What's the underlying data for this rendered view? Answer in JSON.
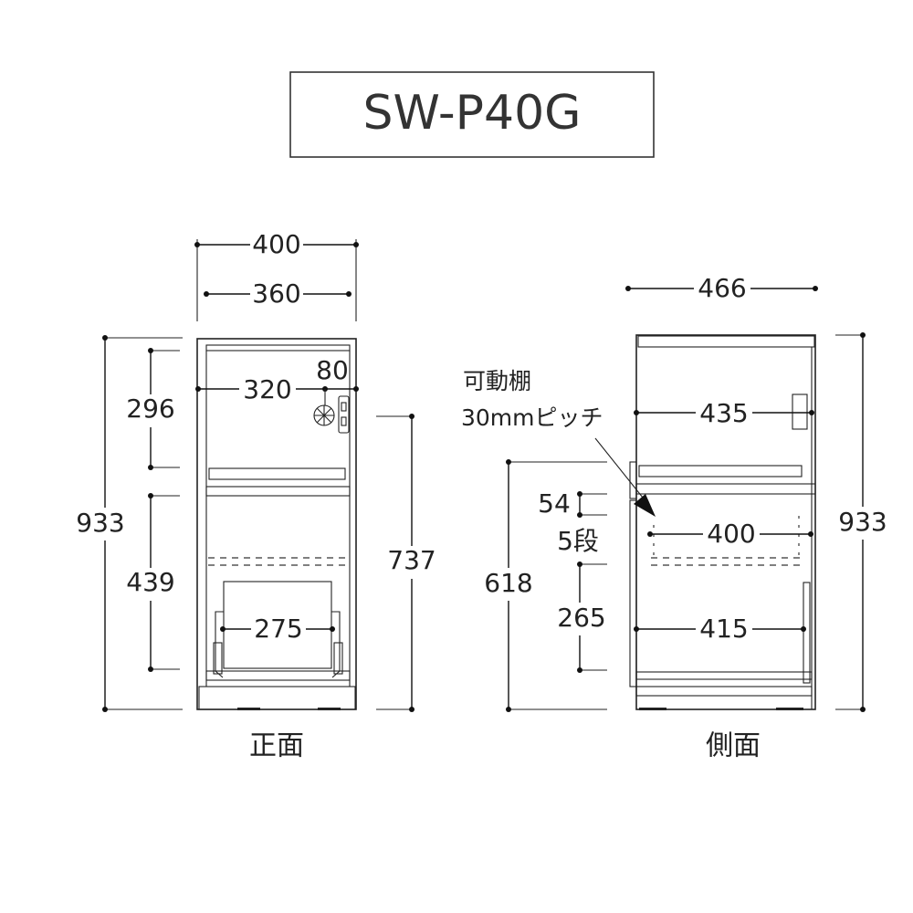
{
  "title": "SW-P40G",
  "front": {
    "caption": "正面",
    "dims": {
      "width_outer": "400",
      "width_inner": "360",
      "height_total": "933",
      "upper_height": "296",
      "lower_height": "439",
      "upper_width": "320",
      "outlet_offset": "80",
      "right_height": "737",
      "bin_width": "275"
    }
  },
  "side": {
    "caption": "側面",
    "note_line1": "可動棚",
    "note_line2": "30mmピッチ",
    "dims": {
      "depth_outer": "466",
      "height_total": "933",
      "upper_depth": "435",
      "lower_height": "618",
      "pitch": "54",
      "steps": "5段",
      "shelf_depth": "400",
      "lower_clear": "265",
      "lower_depth": "415"
    }
  }
}
